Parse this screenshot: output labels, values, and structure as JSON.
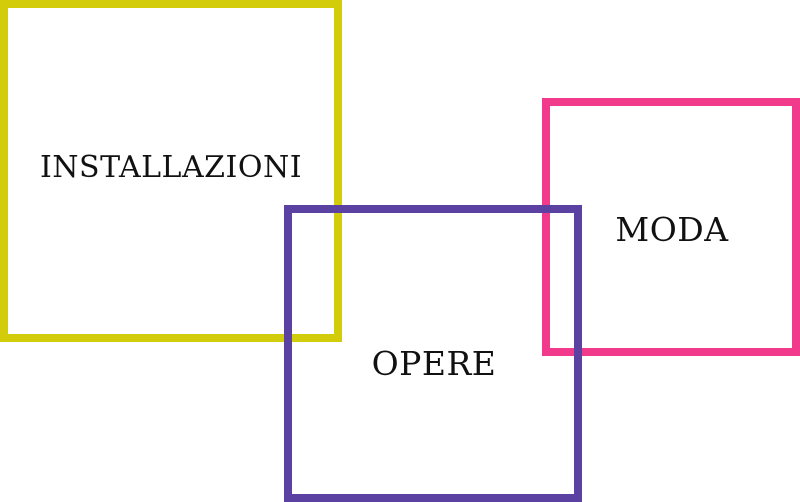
{
  "sections": {
    "installazioni": {
      "label": "INSTALLAZIONI",
      "color": "#d3cc0a"
    },
    "opere": {
      "label": "OPERE",
      "color": "#5b41a2"
    },
    "moda": {
      "label": "MODA",
      "color": "#f13a8b"
    }
  }
}
